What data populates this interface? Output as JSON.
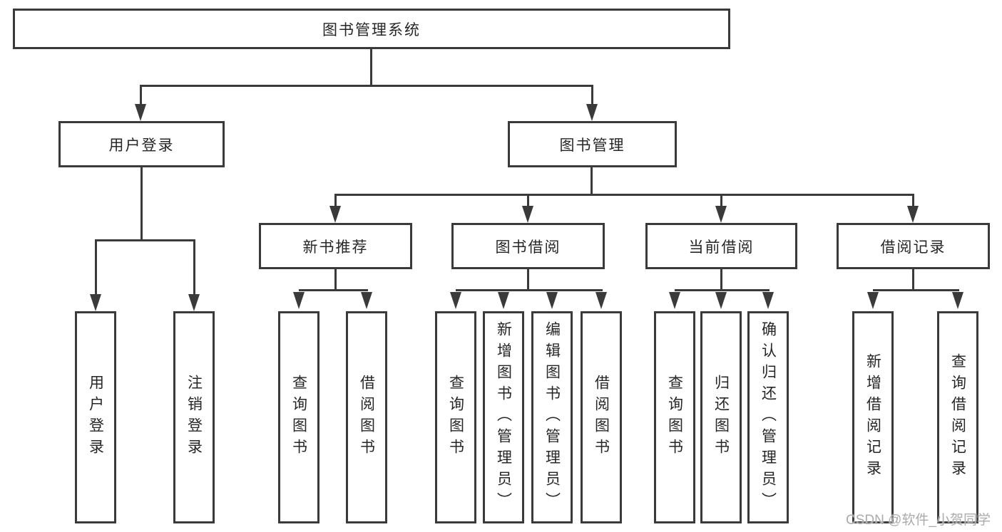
{
  "diagram_type": "hierarchy-tree",
  "nodes": {
    "root": "图书管理系统",
    "user_login": "用户登录",
    "book_mgmt": "图书管理",
    "new_book_rec": "新书推荐",
    "book_borrow": "图书借阅",
    "current_borrow": "当前借阅",
    "borrow_record": "借阅记录",
    "leaf_user_login": "用户登录",
    "leaf_logout": "注销登录",
    "rec_query_book": "查询图书",
    "rec_borrow_book": "借阅图书",
    "bb_query_book": "查询图书",
    "bb_add_book": "新增图书（管理员）",
    "bb_edit_book": "编辑图书（管理员）",
    "bb_borrow_book": "借阅图书",
    "cb_query_book": "查询图书",
    "cb_return_book": "归还图书",
    "cb_confirm_return": "确认归还（管理员）",
    "br_add_record": "新增借阅记录",
    "br_query_record": "查询借阅记录"
  },
  "watermark": "CSDN @软件_小贺同学",
  "colors": {
    "line": "#3a3a3a",
    "text": "#262626",
    "background": "#ffffff",
    "watermark": "#ababab"
  }
}
